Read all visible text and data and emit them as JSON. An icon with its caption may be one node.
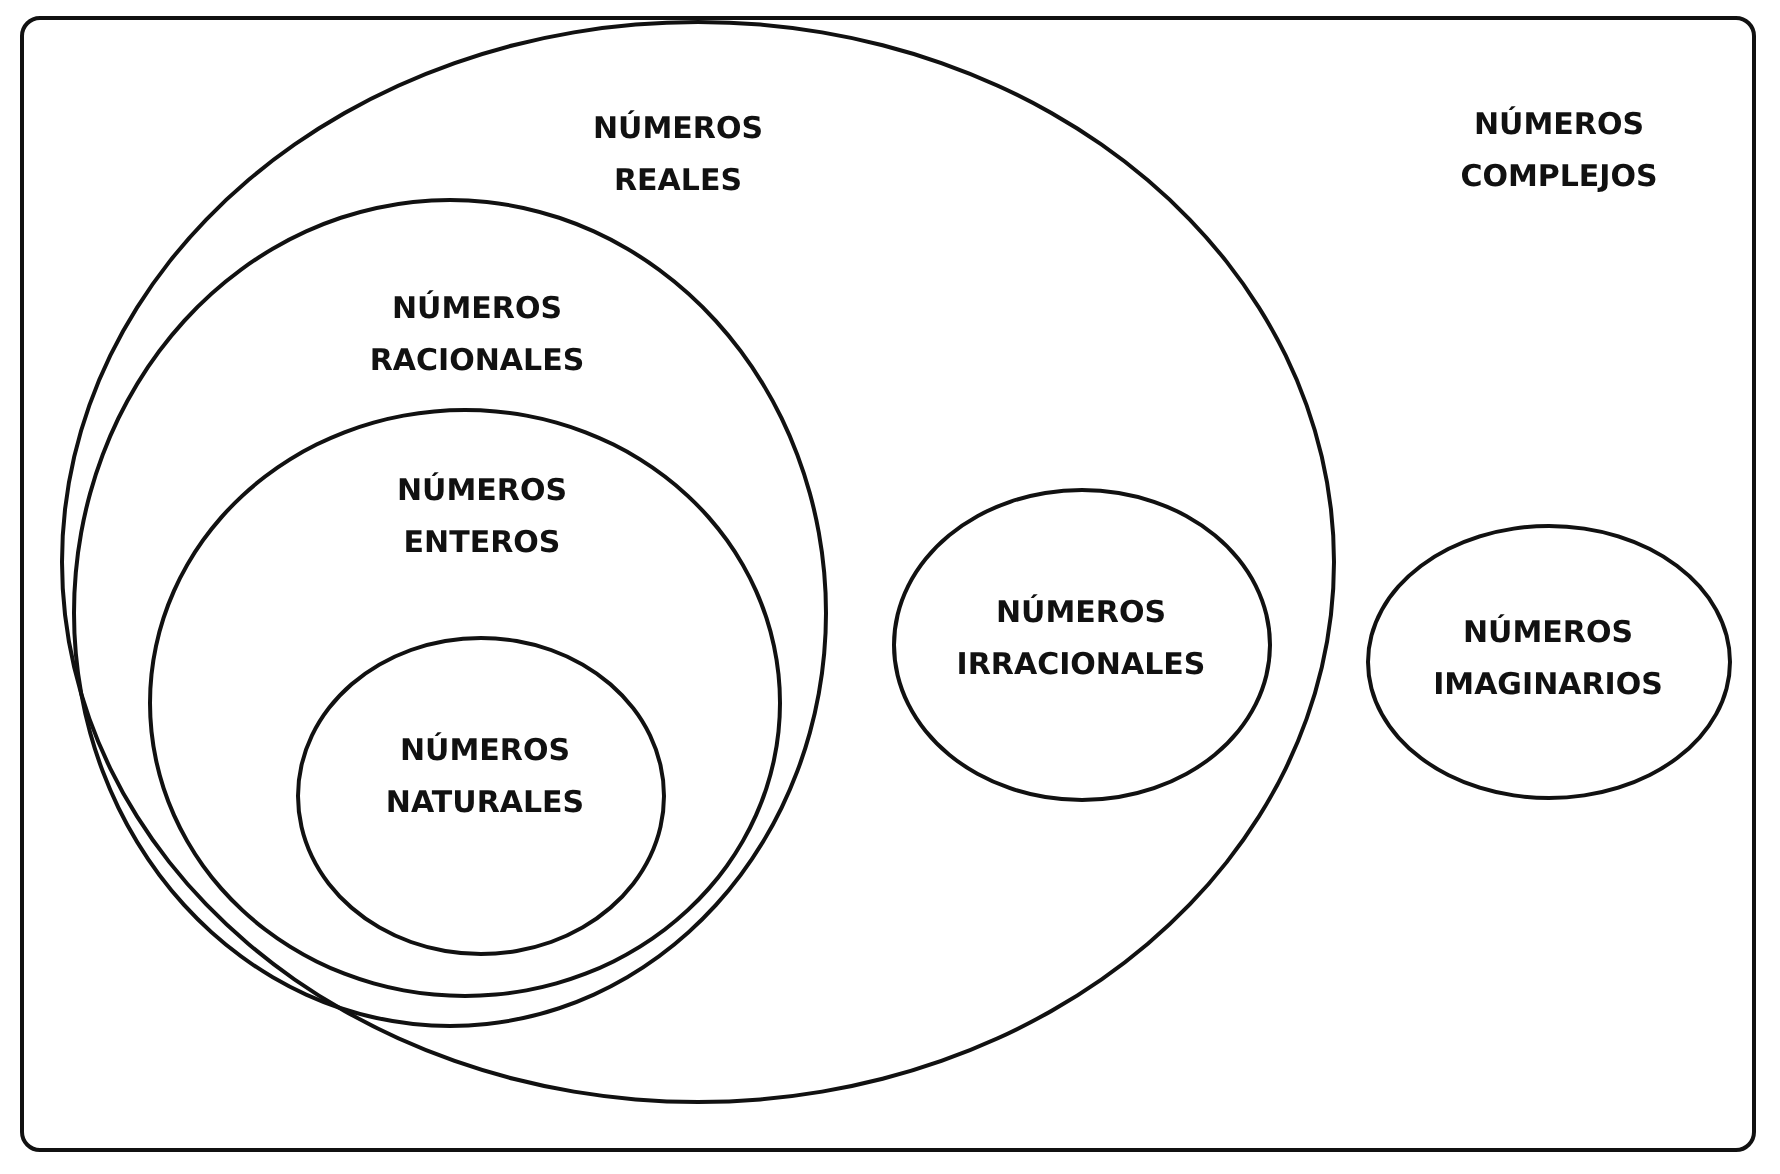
{
  "diagram": {
    "nodes": [
      {
        "text": [
          "NÚMEROS COMPLEJOS"
        ]
      },
      {
        "text": [
          "NÚMEROS REALES"
        ],
        "in": 0
      },
      {
        "text": [
          "NÚMEROS RACIONALES"
        ],
        "in": 1
      },
      {
        "text": [
          "NÚMEROS ENTEROS"
        ],
        "in": 2
      },
      {
        "text": [
          "NÚMEROS NATURALES"
        ],
        "in": 3
      },
      {
        "text": [
          "NÚMEROS IRRACIONALES"
        ],
        "in": 1
      },
      {
        "text": [
          "NÚMEROS IMAGINARIOS"
        ],
        "in": 0
      }
    ]
  }
}
